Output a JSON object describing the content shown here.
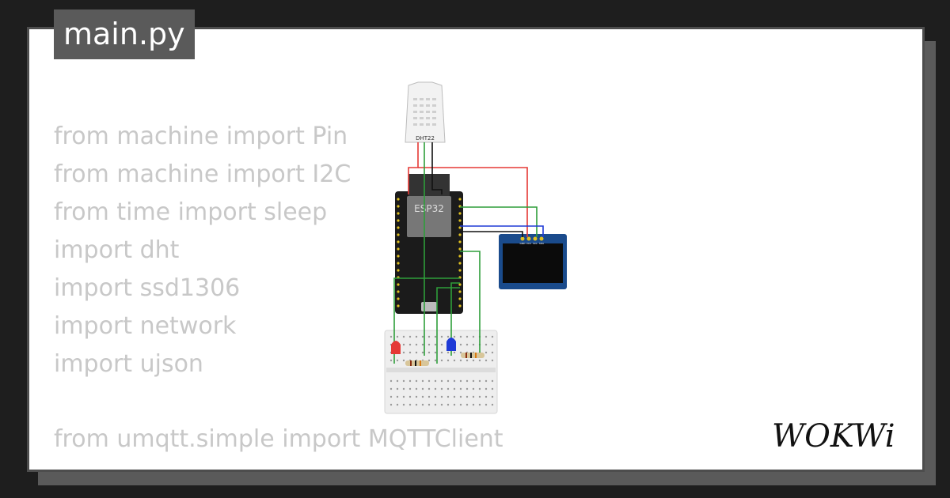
{
  "file": {
    "name": "main.py"
  },
  "code": {
    "lines": [
      "from machine import Pin",
      "from machine import I2C",
      "from time import sleep",
      "import dht",
      "import ssd1306",
      "import network",
      "import ujson",
      "from umqtt.simple import MQTTClient"
    ]
  },
  "diagram": {
    "sensor_label": "DHT22",
    "board_label": "ESP32",
    "oled_pins": [
      "GND",
      "VCC",
      "SCL",
      "SDA"
    ],
    "leds": [
      "red",
      "blue"
    ],
    "colors": {
      "wire_red": "#e53935",
      "wire_green": "#2e9e3a",
      "wire_blue": "#1e3ad6",
      "wire_black": "#111111"
    }
  },
  "brand": {
    "logo_text": "WOKWi"
  }
}
